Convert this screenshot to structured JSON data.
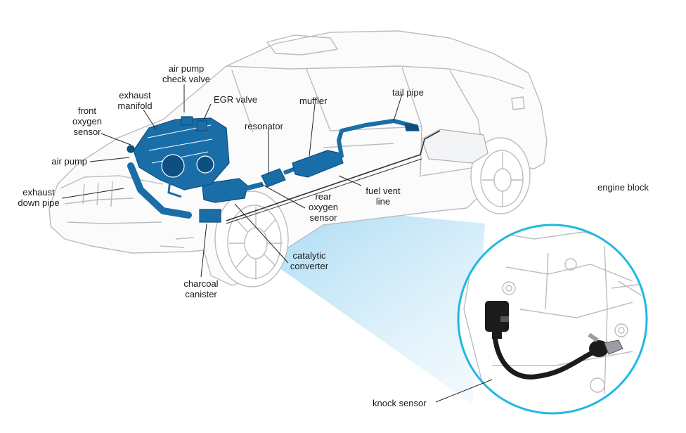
{
  "colors": {
    "component_blue": "#1a6ea8",
    "component_dark": "#0d4f80",
    "car_outline": "#b9bcc2",
    "callout_ring": "#20b8e3",
    "beam_blue": "#7fc9ee",
    "sensor_black": "#1b1b1b"
  },
  "labels": {
    "air_pump_check_valve": "air pump\ncheck valve",
    "exhaust_manifold": "exhaust\nmanifold",
    "front_oxygen_sensor": "front\noxygen\nsensor",
    "egr_valve": "EGR valve",
    "muffler": "muffler",
    "tail_pipe": "tail pipe",
    "resonator": "resonator",
    "air_pump": "air pump",
    "exhaust_down_pipe": "exhaust\ndown pipe",
    "rear_oxygen_sensor": "rear\noxygen\nsensor",
    "fuel_vent_line": "fuel vent\nline",
    "catalytic_converter": "catalytic\nconverter",
    "charcoal_canister": "charcoal\ncanister",
    "engine_block": "engine block",
    "knock_sensor": "knock sensor"
  }
}
